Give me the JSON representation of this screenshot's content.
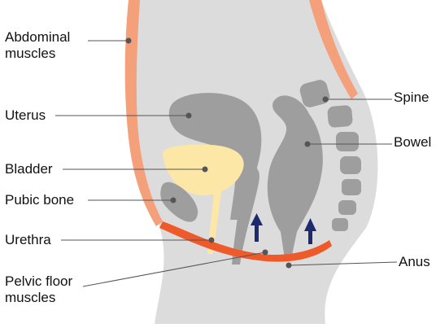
{
  "labels": {
    "abdominal_muscles": "Abdominal\nmuscles",
    "uterus": "Uterus",
    "bladder": "Bladder",
    "pubic_bone": "Pubic bone",
    "urethra": "Urethra",
    "pelvic_floor_muscles": "Pelvic floor\nmuscles",
    "spine": "Spine",
    "bowel": "Bowel",
    "anus": "Anus"
  },
  "colors": {
    "body": "#dcdcdc",
    "organ": "#9e9e9e",
    "muscle_light": "#f4a07a",
    "muscle_dark": "#ee5a2a",
    "bladder": "#fde7a6",
    "arrow": "#1d2a6e",
    "leader": "#555555"
  },
  "icons": [
    "up-arrow-icon",
    "up-arrow-icon"
  ]
}
